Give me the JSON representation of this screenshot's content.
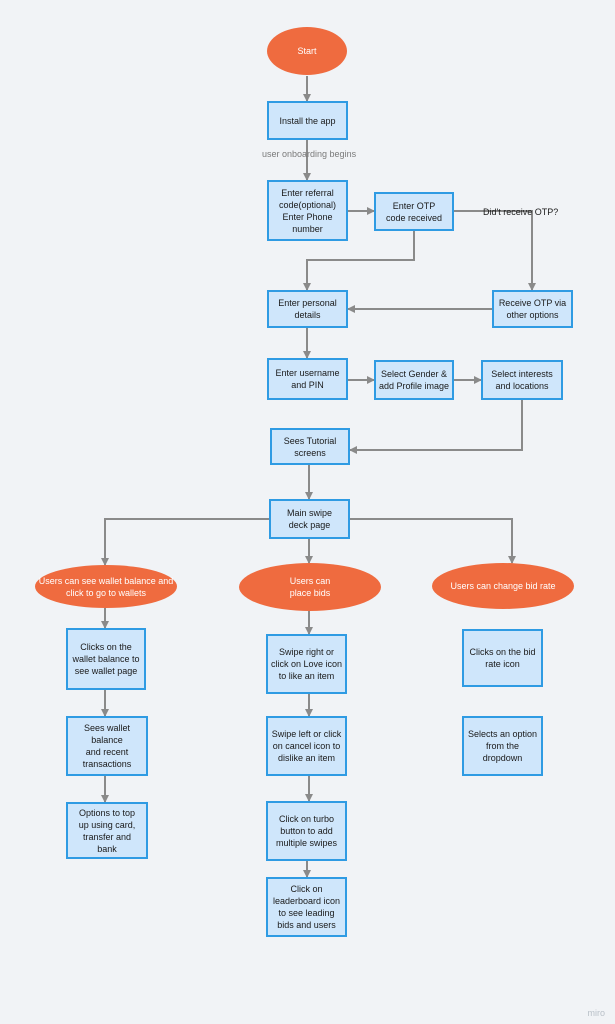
{
  "nodes": {
    "start": "Start",
    "install": "Install the app",
    "referral": "Enter referral\ncode(optional)\nEnter Phone\nnumber",
    "otp": "Enter OTP\ncode received",
    "receive_otp": "Receive OTP via\nother options",
    "personal": "Enter personal\ndetails",
    "username": "Enter username\nand PIN",
    "gender": "Select Gender &\nadd Profile image",
    "interests": "Select interests\nand locations",
    "tutorial": "Sees Tutorial\nscreens",
    "main_swipe": "Main swipe\ndeck page",
    "wallet_oval": "Users can see wallet balance and\nclick to go to wallets",
    "bids_oval": "Users can\nplace bids",
    "bidrate_oval": "Users can change bid rate",
    "wallet_click": "Clicks on the\nwallet balance to\nsee wallet page",
    "wallet_sees": "Sees wallet balance\nand recent\ntransactions",
    "wallet_topup": "Options to top\nup using card,\ntransfer and\nbank",
    "swipe_right": "Swipe right or\nclick on Love icon\nto like an item",
    "swipe_left": "Swipe left or click\non cancel icon to\ndislike an item",
    "turbo": "Click on turbo\nbutton to add\nmultiple swipes",
    "leaderboard": "Click on\nleaderboard icon\nto see leading\nbids and users",
    "bidrate_icon": "Clicks on the bid\nrate icon",
    "dropdown": "Selects an option\nfrom the\ndropdown"
  },
  "edge_labels": {
    "onboarding": "user onboarding begins",
    "no_otp": "Did't receive OTP?"
  },
  "watermark": "miro",
  "colors": {
    "background": "#f1f3f6",
    "box_fill": "#cfe6fb",
    "box_border": "#2f9be3",
    "oval_fill": "#ef6b3f",
    "connector": "#8a8a8a"
  }
}
